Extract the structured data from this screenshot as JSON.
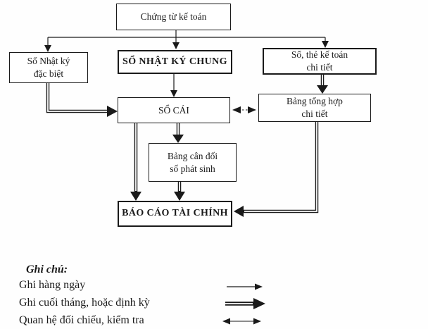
{
  "diagram": {
    "title_node": "Chứng từ kế toán",
    "nodes": {
      "chung_tu": {
        "label": "Chứng từ kế toán"
      },
      "nhat_ky_dac_biet": {
        "label": "Sổ Nhật ký\nđặc biệt"
      },
      "nhat_ky_chung": {
        "label": "SỔ NHẬT KÝ CHUNG"
      },
      "so_the_ke_toan": {
        "label": "Sổ, thẻ kế toán\nchi tiết"
      },
      "so_cai": {
        "label": "SỔ CÁI"
      },
      "bang_tong_hop": {
        "label": "Bảng tổng hợp\nchi tiết"
      },
      "bang_can_doi": {
        "label": "Bảng cân đối\nsố phát sinh"
      },
      "bao_cao": {
        "label": "BÁO CÁO TÀI CHÍNH"
      }
    },
    "legend": {
      "title": "Ghi chú:",
      "items": [
        {
          "label": "Ghi hàng ngày",
          "arrow_style": "single-solid-arrow"
        },
        {
          "label": "Ghi cuối tháng, hoặc định kỳ",
          "arrow_style": "double-line-arrow"
        },
        {
          "label": "Quan hệ đối chiếu, kiểm tra",
          "arrow_style": "double-headed-arrow"
        }
      ]
    },
    "colors": {
      "line": "#1a1a1a",
      "text": "#1a1a1a",
      "background": "#ffffff"
    }
  }
}
